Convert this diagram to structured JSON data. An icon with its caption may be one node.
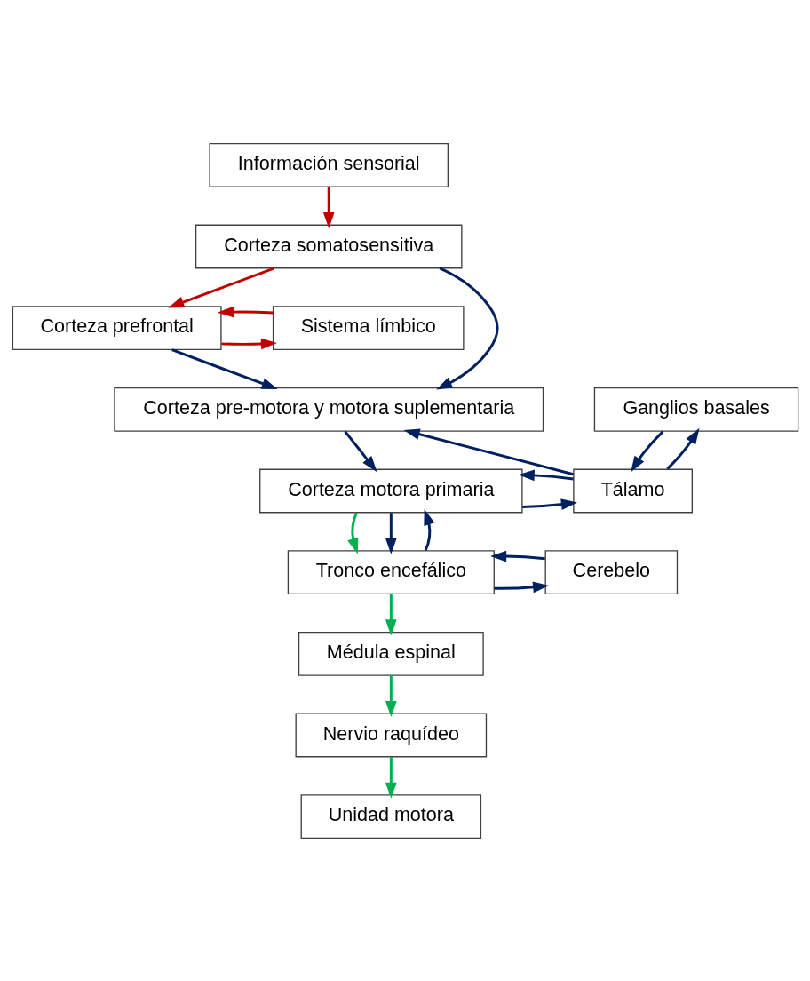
{
  "diagram": {
    "nodes": [
      {
        "text": [
          "Información sensorial"
        ]
      },
      {
        "text": [
          "Corteza somatosensitiva"
        ]
      },
      {
        "text": [
          "Corteza prefrontal"
        ]
      },
      {
        "text": [
          "Sistema límbico"
        ]
      },
      {
        "text": [
          "Corteza pre-motora y motora suplementaria"
        ]
      },
      {
        "text": [
          "Ganglios basales"
        ]
      },
      {
        "text": [
          "Corteza motora primaria"
        ]
      },
      {
        "text": [
          "Tálamo"
        ]
      },
      {
        "text": [
          "Tronco encefálico"
        ]
      },
      {
        "text": [
          "Cerebelo"
        ]
      },
      {
        "text": [
          "Médula espinal"
        ]
      },
      {
        "text": [
          "Nervio raquídeo"
        ]
      },
      {
        "text": [
          "Unidad motora"
        ]
      }
    ],
    "edges": [
      {
        "from": 0,
        "to": 1,
        "arrow": "to",
        "color": "#c00000"
      },
      {
        "from": 1,
        "to": 2,
        "arrow": "to",
        "color": "#c00000"
      },
      {
        "from": 2,
        "to": 3,
        "arrow": "to",
        "color": "#c00000"
      },
      {
        "from": 3,
        "to": 2,
        "arrow": "to",
        "color": "#c00000"
      },
      {
        "from": 1,
        "to": 4,
        "arrow": "to"
      },
      {
        "from": 2,
        "to": 4,
        "arrow": "to"
      },
      {
        "from": 4,
        "to": 6,
        "arrow": "to"
      },
      {
        "from": 7,
        "to": 4,
        "arrow": "to"
      },
      {
        "from": 7,
        "to": 5,
        "arrow": "to"
      },
      {
        "from": 5,
        "to": 7,
        "arrow": "to"
      },
      {
        "from": 6,
        "to": 7,
        "arrow": "to"
      },
      {
        "from": 7,
        "to": 6,
        "arrow": "to"
      },
      {
        "from": 6,
        "to": 8,
        "arrow": "to",
        "color": "#00b050"
      },
      {
        "from": 6,
        "to": 8,
        "arrow": "to"
      },
      {
        "from": 8,
        "to": 6,
        "arrow": "to"
      },
      {
        "from": 8,
        "to": 9,
        "arrow": "to"
      },
      {
        "from": 9,
        "to": 8,
        "arrow": "to"
      },
      {
        "from": 8,
        "to": 10,
        "arrow": "to",
        "color": "#00b050"
      },
      {
        "from": 10,
        "to": 11,
        "arrow": "to",
        "color": "#00b050"
      },
      {
        "from": 11,
        "to": 12,
        "arrow": "to",
        "color": "#00b050"
      }
    ]
  }
}
